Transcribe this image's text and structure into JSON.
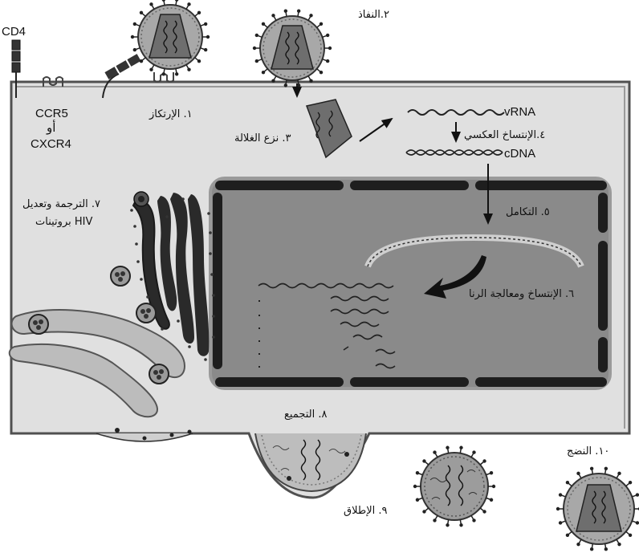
{
  "labels": {
    "cd4": "CD4",
    "ccr5": "CCR5",
    "or": "أو",
    "cxcr4": "CXCR4",
    "step1": "١. الإرتكاز",
    "step2": "٢.النفاذ",
    "step3": "٣. نزع الغلالة",
    "vrna": "vRNA",
    "step4": "٤.الإنتساخ العكسي",
    "cdna": "cDNA",
    "step5": "٥. التكامل",
    "step6": "٦. الإنتساخ ومعالجة الرنا",
    "step7_line1": "٧. الترجمة وتعديل",
    "step7_line2": "بروتينات HIV",
    "step8": "٨. التجميع",
    "step9": "٩. الإطلاق",
    "step10": "١٠. النضج"
  },
  "colors": {
    "cell_fill": "#e0e0e0",
    "membrane": "#505050",
    "nucleus_fill": "#8a8a8a",
    "nucleus_border": "#202020",
    "virus_fill": "#a6a6a6",
    "capsid_fill": "#6e6e6e",
    "arrow": "#111111"
  }
}
